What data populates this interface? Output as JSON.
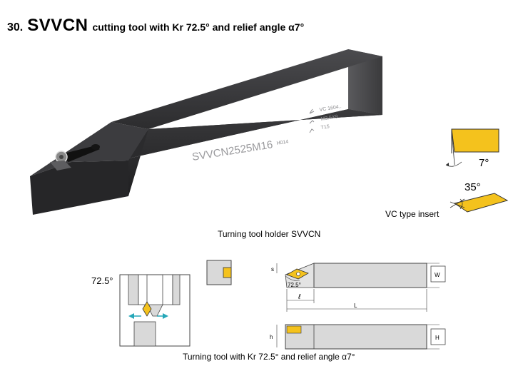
{
  "title": {
    "number": "30.",
    "code": "SVVCN",
    "description": "cutting tool with Kr 72.5° and relief angle α7°"
  },
  "tool_photo": {
    "marking_main": "SVVCN2525M16",
    "marking_sub": "H014",
    "spec_1": "VC 1604..",
    "spec_2": "M3.5X9",
    "spec_3": "T15"
  },
  "insert_diagram": {
    "relief_angle": "7°",
    "nose_angle": "35°",
    "caption": "VC type insert"
  },
  "photo_caption": "Turning tool holder SVVCN",
  "drawing": {
    "kr_angle": "72.5°",
    "kr_angle_small": "72.5°",
    "dim_s": "s",
    "dim_w": "W",
    "dim_l_small": "ℓ",
    "dim_L": "L",
    "dim_h": "h",
    "dim_H": "H",
    "caption": "Turning tool with Kr 72.5° and relief angle α7°"
  },
  "colors": {
    "body_dark": "#2f2f31",
    "insert_gold": "#f4c21d",
    "arrow_teal": "#25a7b8",
    "drawing_grey": "#cfcfcf"
  }
}
